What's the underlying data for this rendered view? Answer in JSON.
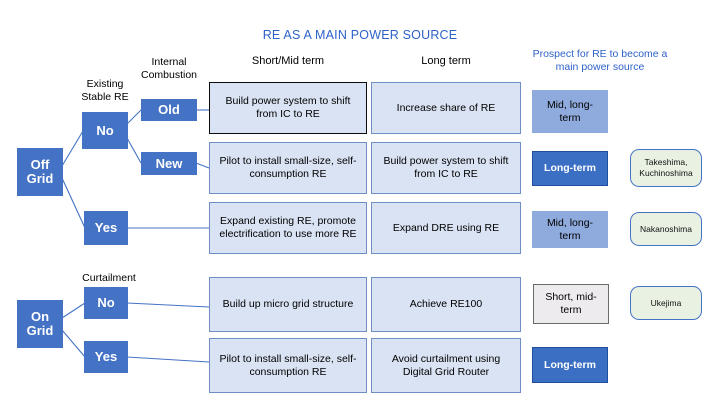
{
  "title": "RE AS A MAIN POWER SOURCE",
  "column_headers": {
    "short_mid": "Short/Mid term",
    "long": "Long term",
    "prospect": "Prospect for RE to become a main power source"
  },
  "branch_labels": {
    "existing_stable_re": "Existing\nStable RE",
    "internal_combustion": "Internal\nCombustion",
    "curtailment": "Curtailment"
  },
  "tree": {
    "off_grid": "Off\nGrid",
    "on_grid": "On\nGrid",
    "off_no": "No",
    "off_yes": "Yes",
    "ic_old": "Old",
    "ic_new": "New",
    "curt_no": "No",
    "curt_yes": "Yes"
  },
  "rows": [
    {
      "id": "row-off-no-old",
      "short_mid": "Build power system to shift from IC to RE",
      "long": "Increase share of RE",
      "prospect": "Mid, long-term",
      "prospect_style": "midlong",
      "island": null
    },
    {
      "id": "row-off-no-new",
      "short_mid": "Pilot to install small-size, self-consumption RE",
      "long": "Build power system to shift from IC to RE",
      "prospect": "Long-term",
      "prospect_style": "longterm",
      "island": "Takeshima, Kuchinoshima"
    },
    {
      "id": "row-off-yes",
      "short_mid": "Expand existing RE, promote electrification to use more RE",
      "long": "Expand DRE using RE",
      "prospect": "Mid, long-term",
      "prospect_style": "midlong",
      "island": "Nakanoshima"
    },
    {
      "id": "row-on-no",
      "short_mid": "Build up micro grid structure",
      "long": "Achieve RE100",
      "prospect": "Short, mid-term",
      "prospect_style": "shortmid",
      "island": "Ukejima"
    },
    {
      "id": "row-on-yes",
      "short_mid": "Pilot to install small-size, self-consumption RE",
      "long": "Avoid curtailment using Digital Grid Router",
      "prospect": "Long-term",
      "prospect_style": "longterm",
      "island": null
    }
  ],
  "colors": {
    "node_blue": "#4472C4",
    "box_fill": "#DAE3F3",
    "box_border": "#6F8FC4",
    "title_blue": "#2E62C8",
    "prospect_midlong": "#8FAADC",
    "prospect_longterm": "#3B6FC4",
    "prospect_shortmid": "#EDEBEE",
    "island_green": "#E9F2E2"
  }
}
